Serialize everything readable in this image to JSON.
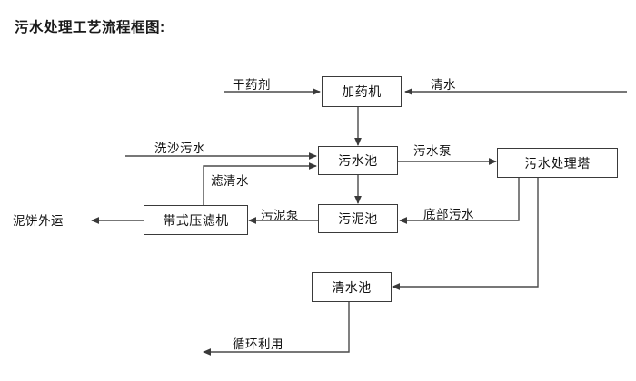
{
  "title": "污水处理工艺流程框图:",
  "diagram": {
    "type": "flowchart",
    "nodes": [
      {
        "id": "dosing_machine",
        "label": "加药机"
      },
      {
        "id": "wastewater_pool",
        "label": "污水池"
      },
      {
        "id": "treatment_tower",
        "label": "污水处理塔"
      },
      {
        "id": "belt_filter_press",
        "label": "带式压滤机"
      },
      {
        "id": "sludge_pool",
        "label": "污泥池"
      },
      {
        "id": "clean_water_pool",
        "label": "清水池"
      }
    ],
    "edge_labels": [
      {
        "id": "dry_chemical",
        "label": "干药剂"
      },
      {
        "id": "clean_water_in",
        "label": "清水"
      },
      {
        "id": "sand_wash_wastewater",
        "label": "洗沙污水"
      },
      {
        "id": "filtered_water",
        "label": "滤清水"
      },
      {
        "id": "sewage_pump",
        "label": "污水泵"
      },
      {
        "id": "sludge_pump",
        "label": "污泥泵"
      },
      {
        "id": "bottom_sewage",
        "label": "底部污水"
      },
      {
        "id": "mud_cake_out",
        "label": "泥饼外运"
      },
      {
        "id": "recycle_use",
        "label": "循环利用"
      }
    ]
  },
  "colors": {
    "stroke": "#4a4a4a",
    "box_border": "#3a3a3a",
    "text": "#111111",
    "background": "#ffffff"
  }
}
